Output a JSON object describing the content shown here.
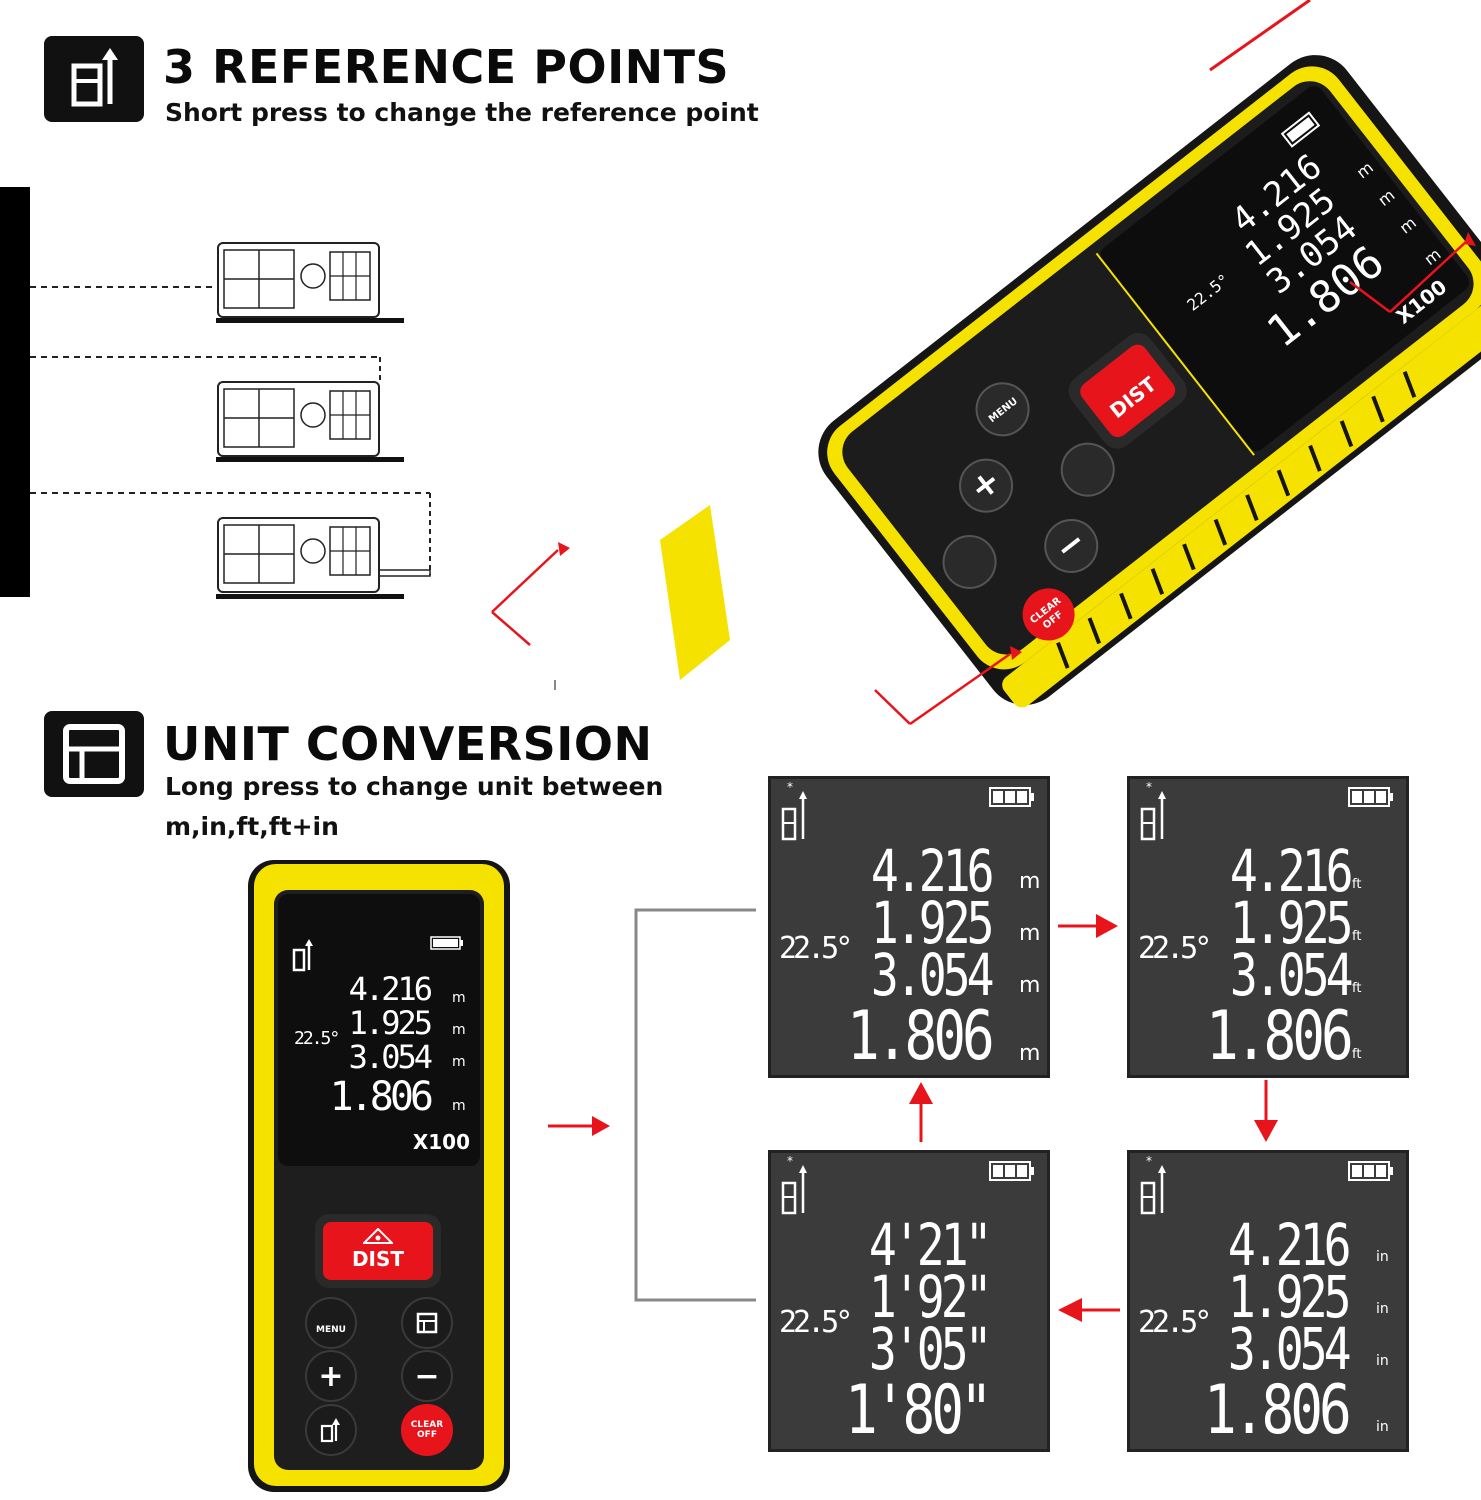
{
  "section1": {
    "title": "3 REFERENCE POINTS",
    "subtitle": "Short press to change the reference point"
  },
  "section2": {
    "title": "UNIT CONVERSION",
    "subtitle_line1": "Long press to change unit between",
    "subtitle_line2": "m,in,ft,ft+in"
  },
  "device": {
    "model": "X100",
    "dist_label": "DIST",
    "menu_label": "MENU",
    "clear_label_1": "CLEAR",
    "clear_label_2": "OFF",
    "plus_symbol": "+",
    "minus_symbol": "−",
    "temperature": "22.5°",
    "readings": [
      "4.216",
      "1.925",
      "3.054",
      "1.806"
    ],
    "unit": "m"
  },
  "displays": {
    "meters": {
      "temperature": "22.5°",
      "readings": [
        "4.216",
        "1.925",
        "3.054",
        "1.806"
      ],
      "units": [
        "m",
        "m",
        "m",
        "m"
      ]
    },
    "feet": {
      "temperature": "22.5°",
      "readings": [
        "4.216",
        "1.925",
        "3.054",
        "1.806"
      ],
      "units": [
        "ft",
        "ft",
        "ft",
        "ft"
      ]
    },
    "inches": {
      "temperature": "22.5°",
      "readings": [
        "4.216",
        "1.925",
        "3.054",
        "1.806"
      ],
      "units": [
        "in",
        "in",
        "in",
        "in"
      ]
    },
    "feet_inches": {
      "temperature": "22.5°",
      "readings": [
        "4'21\"",
        "1'92\"",
        "3'05\"",
        "1'80\""
      ]
    }
  },
  "colors": {
    "accent_yellow": "#f5e200",
    "laser_red": "#e8141c",
    "lcd_gray": "#3b3b3b",
    "body_black": "#151515"
  }
}
